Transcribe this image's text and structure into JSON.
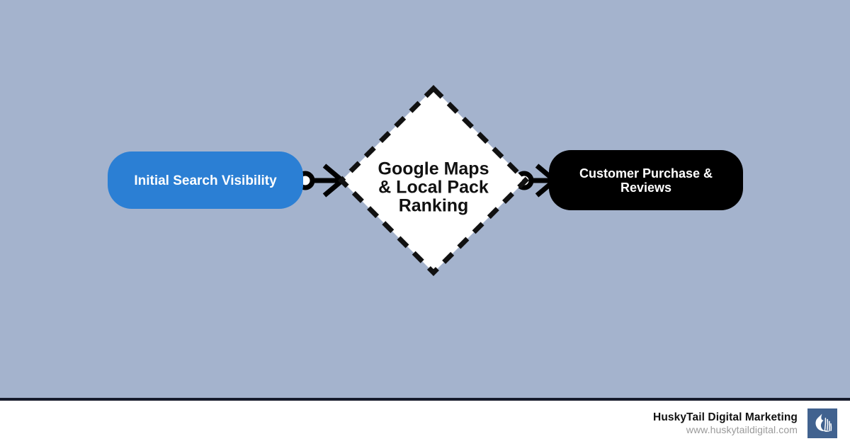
{
  "canvas": {
    "background_color": "#a4b3cd",
    "divider_color": "#161b2b"
  },
  "diagram": {
    "type": "flowchart",
    "orientation": "left-to-right",
    "nodes": [
      {
        "id": "start",
        "shape": "rounded-rectangle",
        "label": "Initial Search Visibility",
        "lines": [
          "Initial Search Visibility"
        ],
        "fill_color": "#2b7fd4",
        "text_color": "#ffffff"
      },
      {
        "id": "decision",
        "shape": "diamond",
        "label": "Google Maps & Local Pack Ranking",
        "lines": [
          "Google Maps",
          "& Local Pack",
          "Ranking"
        ],
        "fill_color": "#ffffff",
        "border_color": "#111111",
        "border_style": "dashed",
        "text_color": "#111111"
      },
      {
        "id": "end",
        "shape": "rounded-rectangle",
        "label": "Customer Purchase & Reviews",
        "lines": [
          "Customer Purchase &",
          "Reviews"
        ],
        "fill_color": "#000000",
        "text_color": "#ffffff"
      }
    ],
    "connectors": [
      {
        "id": "start-to-decision",
        "from": "start",
        "to": "decision",
        "start_marker": "circle",
        "end_marker": "arrow",
        "color": "#000000"
      },
      {
        "id": "decision-to-end",
        "from": "decision",
        "to": "end",
        "start_marker": "circle",
        "end_marker": "arrow",
        "color": "#000000"
      }
    ]
  },
  "footer": {
    "brand_name": "HuskyTail Digital Marketing",
    "brand_url": "www.huskytaildigital.com",
    "logo_icon": "flame-paw-logo-icon",
    "logo_background_color": "#41628f",
    "logo_glyph_color": "#ffffff"
  }
}
